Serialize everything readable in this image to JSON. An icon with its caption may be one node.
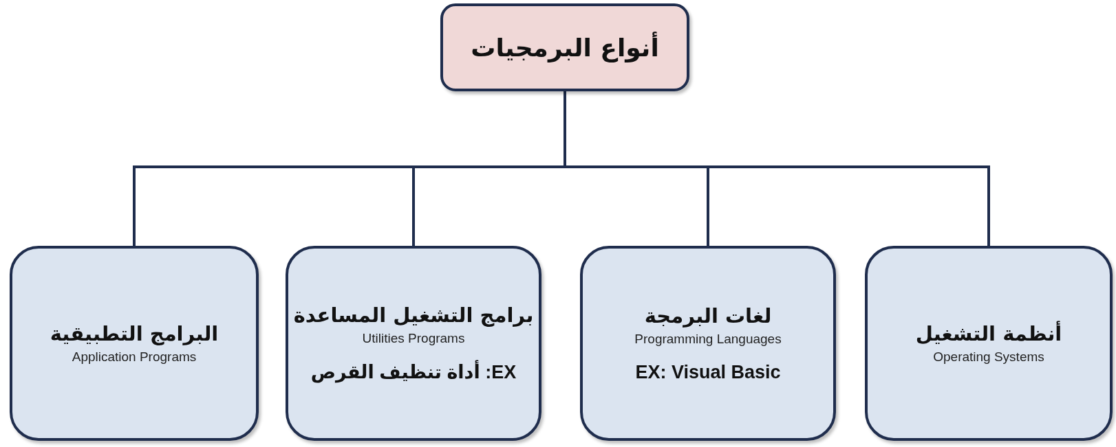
{
  "diagram": {
    "nodes": [
      {
        "text": [
          "أنواع البرمجيات"
        ]
      },
      {
        "text": [
          "البرامج التطبيقية",
          "Application Programs"
        ]
      },
      {
        "text": [
          "برامج التشغيل المساعدة",
          "Utilities Programs",
          "EX: أداة تنظيف القرص"
        ]
      },
      {
        "text": [
          "لغات البرمجة",
          "Programming Languages",
          "EX: Visual Basic"
        ]
      },
      {
        "text": [
          "أنظمة التشغيل",
          "Operating Systems"
        ]
      }
    ],
    "edges": [
      {
        "from": 0,
        "to": 1,
        "arrow": "none"
      },
      {
        "from": 0,
        "to": 2,
        "arrow": "none"
      },
      {
        "from": 0,
        "to": 3,
        "arrow": "none"
      },
      {
        "from": 0,
        "to": 4,
        "arrow": "none"
      }
    ]
  }
}
